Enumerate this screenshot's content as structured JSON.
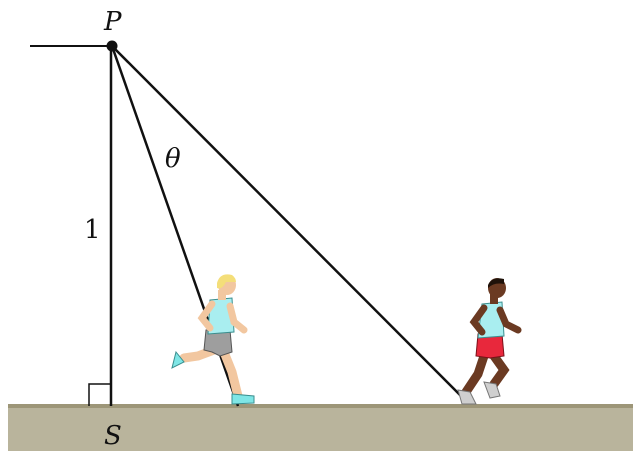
{
  "labels": {
    "point_top": "P",
    "point_base": "S",
    "height": "1",
    "angle": "θ"
  },
  "colors": {
    "ground_top": "#a8a286",
    "ground_fill": "#b9b49c",
    "line": "#111111",
    "runner1_skin": "#f2c7a0",
    "runner1_hair": "#f4de79",
    "runner1_shirt": "#a9eef0",
    "runner1_shorts": "#9e9e9e",
    "runner1_shoes": "#7fe6e6",
    "runner2_skin": "#6b3a22",
    "runner2_shirt": "#a9eef0",
    "runner2_shorts": "#e8283c",
    "runner2_shoes": "#cfcfcf"
  }
}
